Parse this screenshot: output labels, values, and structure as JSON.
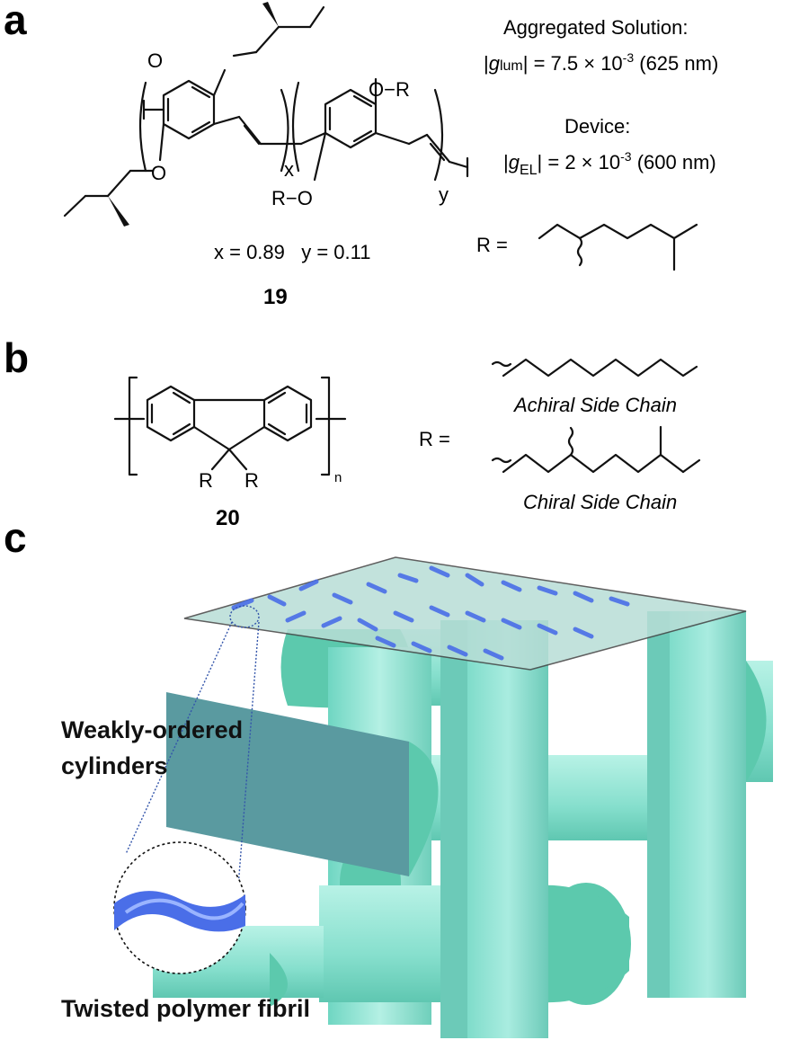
{
  "panels": {
    "a": {
      "letter": "a",
      "atom_O_top": "O",
      "atom_O_bottom": "O",
      "atom_OR_top": "O−R",
      "atom_RO_bottom": "R−O",
      "sub_x": "x",
      "sub_y": "y",
      "composition": "x = 0.89   y = 0.11",
      "compound_number": "19",
      "aggregated_title": "Aggregated Solution:",
      "glum_bar_open": "|",
      "glum_symbol": "g",
      "glum_sub": "lum",
      "glum_value": "| = 7.5 × 10",
      "glum_exp": "-3",
      "glum_wavelength": " (625 nm)",
      "device_title": "Device:",
      "gel_bar_open": "|",
      "gel_symbol": "g",
      "gel_sub": "EL",
      "gel_value": "| = 2 × 10",
      "gel_exp": "-3",
      "gel_wavelength": " (600 nm)",
      "r_equals": "R ="
    },
    "b": {
      "letter": "b",
      "atom_R1": "R",
      "atom_R2": "R",
      "sub_n": "n",
      "compound_number": "20",
      "r_equals": "R =",
      "achiral_label": "Achiral Side Chain",
      "chiral_label": "Chiral Side Chain"
    },
    "c": {
      "letter": "c",
      "callout_cylinders_line1": "Weakly-ordered",
      "callout_cylinders_line2": "cylinders",
      "callout_fibril": "Twisted polymer fibril"
    }
  },
  "colors": {
    "cylinder_side": "#8fe3d4",
    "cylinder_face": "#5cc9ad",
    "slab_face": "#5a9aa0",
    "plane": "#b8ddd6",
    "fibril": "#4a6ee8",
    "text": "#111111"
  }
}
